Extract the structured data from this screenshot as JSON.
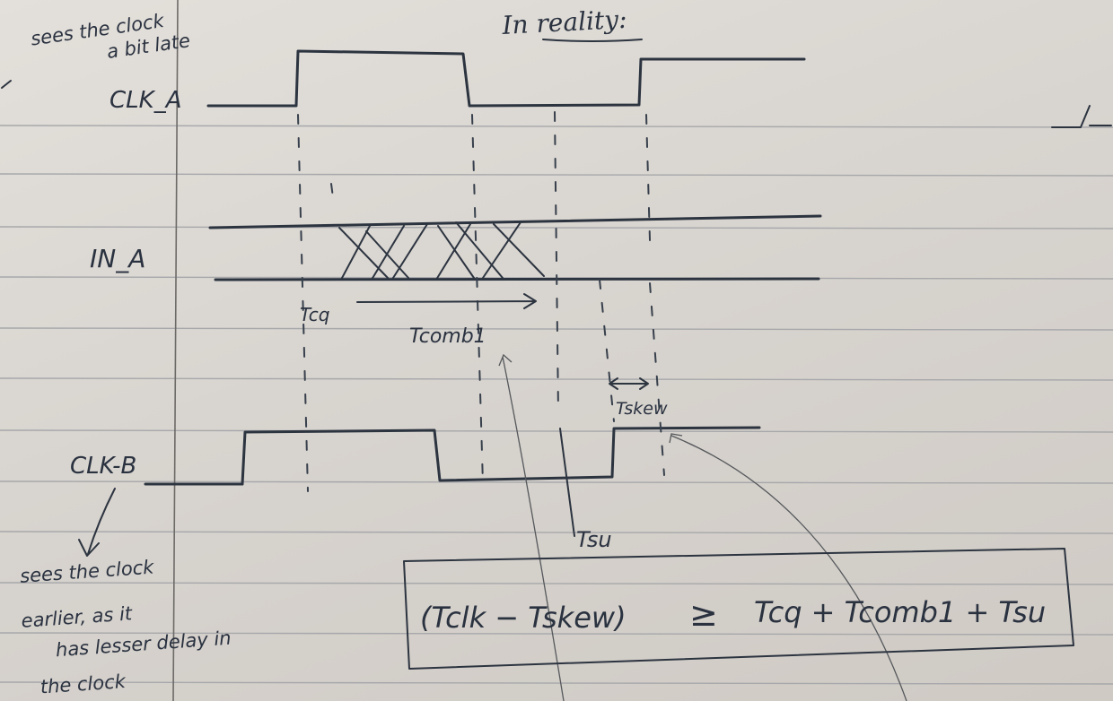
{
  "heading": "In reality:",
  "notes": {
    "clk_a_note": [
      "sees the clock",
      "a bit late"
    ],
    "clk_b_note": [
      "sees the clock",
      "earlier, as it",
      "has lesser delay in",
      "the clock"
    ]
  },
  "signals": {
    "clk_a": "CLK_A",
    "in_a": "IN_A",
    "clk_b": "CLK-B"
  },
  "timing_labels": {
    "tcq": "Tcq",
    "tcomb": "Tcomb1",
    "tsu": "Tsu",
    "tskew": "Tskew"
  },
  "equation": {
    "lhs": "(Tclk − Tskew)",
    "op": "≥",
    "rhs": "Tcq + Tcomb1 + Tsu"
  }
}
